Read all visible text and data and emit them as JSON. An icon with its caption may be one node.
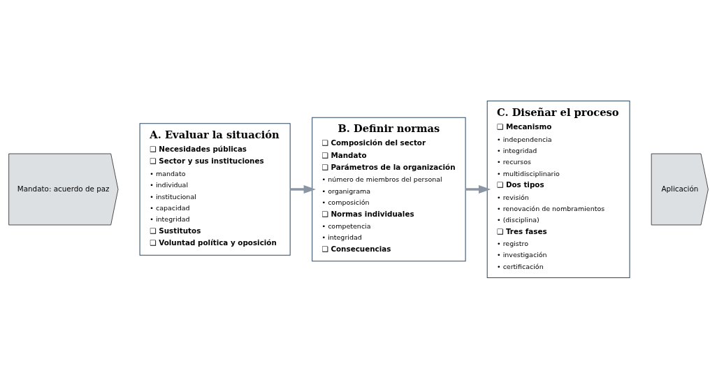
{
  "diagram": {
    "nodes": [
      {
        "text": [
          "Mandato: acuerdo de paz"
        ]
      },
      {
        "text": [
          "A. Evaluar la situación",
          "❑ Necesidades públicas",
          "❑ Sector y sus instituciones",
          "• mandato",
          "• individual",
          "• institucional",
          "• capacidad",
          "• integridad",
          "❑ Sustitutos",
          "❑ Voluntad política y oposición"
        ]
      },
      {
        "text": [
          "B. Definir normas",
          "❑ Composición del sector",
          "❑ Mandato",
          "❑ Parámetros de la organización",
          "• número de miembros del personal",
          "• organigrama",
          "• composición",
          "❑ Normas individuales",
          "• competencia",
          "• integridad",
          "❑ Consecuencias"
        ]
      },
      {
        "text": [
          "C. Diseñar el proceso",
          "❑ Mecanismo",
          "• independencia",
          "• integridad",
          "• recursos",
          "• multidisciplinario",
          "❑ Dos tipos",
          "• revisión",
          "• renovación de nombramientos",
          "• (disciplina)",
          "❑ Tres fases",
          "• registro",
          "• investigación",
          "• certificación"
        ]
      },
      {
        "text": [
          "Aplicación"
        ]
      }
    ],
    "edges": [
      {
        "from": 1,
        "to": 2,
        "arrow": "to"
      },
      {
        "from": 2,
        "to": 3,
        "arrow": "to"
      }
    ]
  }
}
